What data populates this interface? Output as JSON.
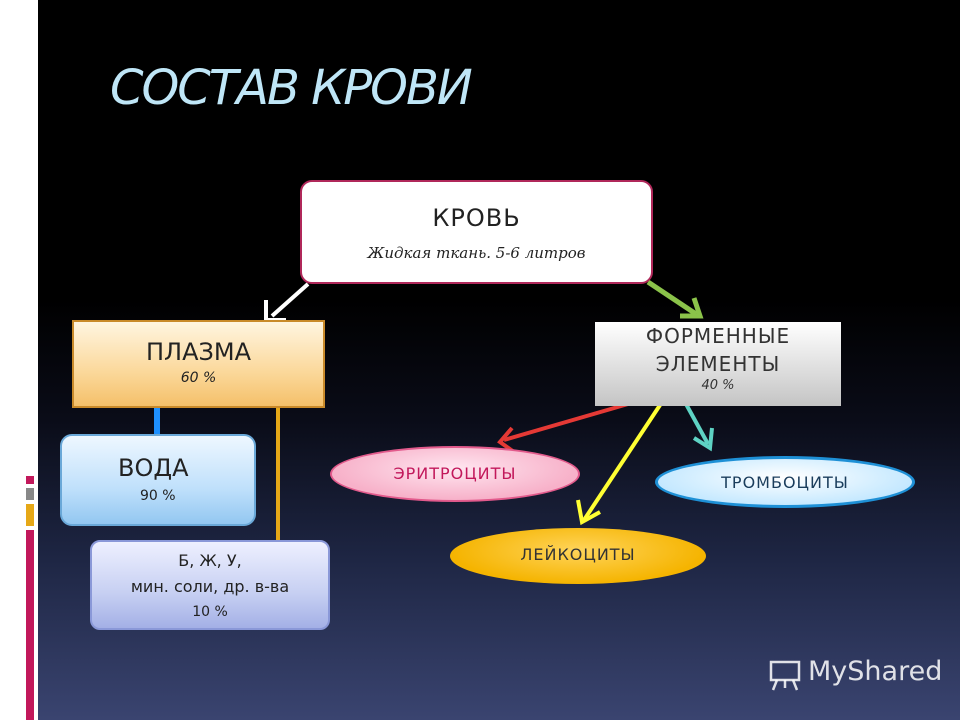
{
  "slide": {
    "title": "СОСТАВ КРОВИ"
  },
  "nodes": {
    "blood": {
      "label": "КРОВЬ",
      "sub": "Жидкая ткань. 5-6 литров"
    },
    "plasma": {
      "label": "ПЛАЗМА",
      "sub": "60 %"
    },
    "formed": {
      "label_line1": "ФОРМЕННЫЕ",
      "label_line2": "ЭЛЕМЕНТЫ",
      "sub": "40 %"
    },
    "water": {
      "label": "ВОДА",
      "sub": "90 %"
    },
    "other": {
      "line1": "Б, Ж, У,",
      "line2": "мин. соли, др. в-ва",
      "sub": "10 %"
    },
    "erythrocytes": {
      "label": "ЭРИТРОЦИТЫ"
    },
    "thrombocytes": {
      "label": "ТРОМБОЦИТЫ"
    },
    "leukocytes": {
      "label": "ЛЕЙКОЦИТЫ"
    }
  },
  "colors": {
    "title": "#bfe6f7",
    "arrow_to_plasma": "#ffffff",
    "arrow_to_formed": "#8bc34a",
    "arrow_to_erythrocytes": "#e53935",
    "arrow_to_leukocytes": "#ffff33",
    "arrow_to_thrombocytes": "#5ed3c4",
    "line_plasma_water": "#1e90ff",
    "line_plasma_other": "#e6a817"
  },
  "watermark": {
    "text": "MyShared",
    "icon": "presentation-board-icon"
  }
}
